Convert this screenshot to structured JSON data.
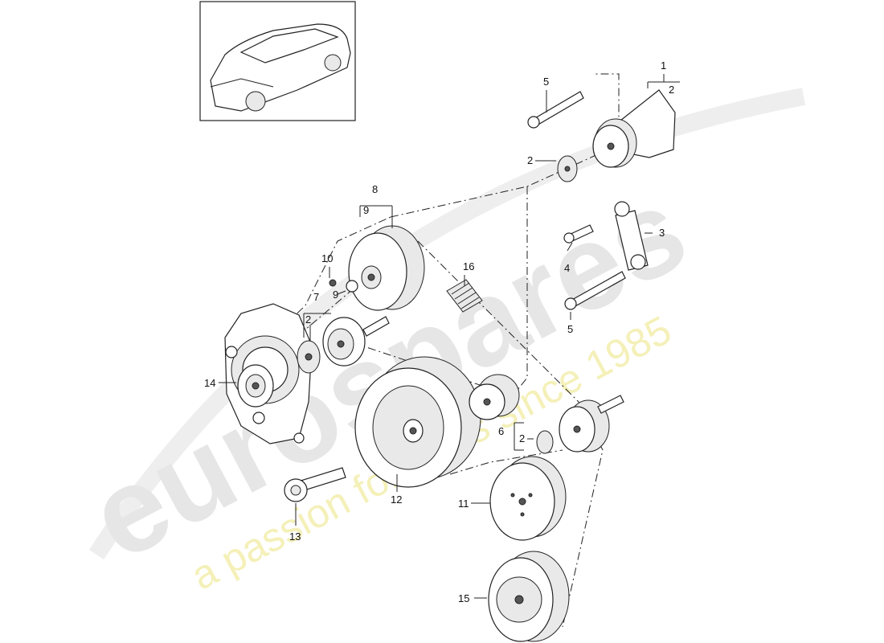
{
  "diagram": {
    "watermark": {
      "brand": "eurospares",
      "tagline": "a passion for parts since 1985"
    },
    "thumbnail": {
      "icon": "vehicle-thumbnail-icon"
    },
    "callouts": {
      "c1": "1",
      "c2a": "2",
      "c2b": "2",
      "c2c": "2",
      "c2d": "2",
      "c3": "3",
      "c4": "4",
      "c5a": "5",
      "c5b": "5",
      "c6": "6",
      "c7": "7",
      "c8": "8",
      "c9a": "9",
      "c9b": "9",
      "c10": "10",
      "c11": "11",
      "c12": "12",
      "c13": "13",
      "c14": "14",
      "c15": "15",
      "c16": "16"
    }
  }
}
